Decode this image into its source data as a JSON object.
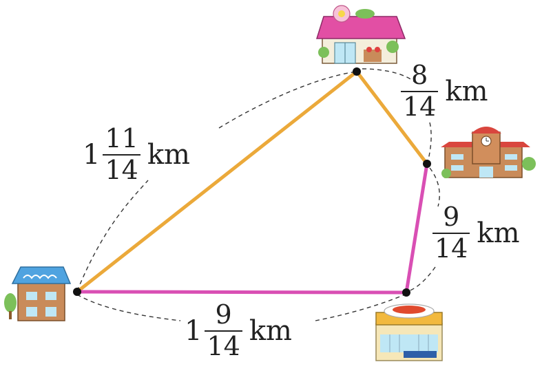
{
  "colors": {
    "route_orange": "#EBA93A",
    "route_pink": "#D94FB4",
    "dashed": "#333333",
    "dot": "#111111"
  },
  "icons": {
    "top": "flower-shop-icon",
    "right": "school-icon",
    "left": "house-icon",
    "bottom": "restaurant-icon"
  },
  "labels": {
    "top_left": {
      "whole": "1",
      "num": "11",
      "den": "14",
      "unit": "km"
    },
    "top_right": {
      "whole": "",
      "num": "8",
      "den": "14",
      "unit": "km"
    },
    "right": {
      "whole": "",
      "num": "9",
      "den": "14",
      "unit": "km"
    },
    "bottom": {
      "whole": "1",
      "num": "9",
      "den": "14",
      "unit": "km"
    }
  }
}
